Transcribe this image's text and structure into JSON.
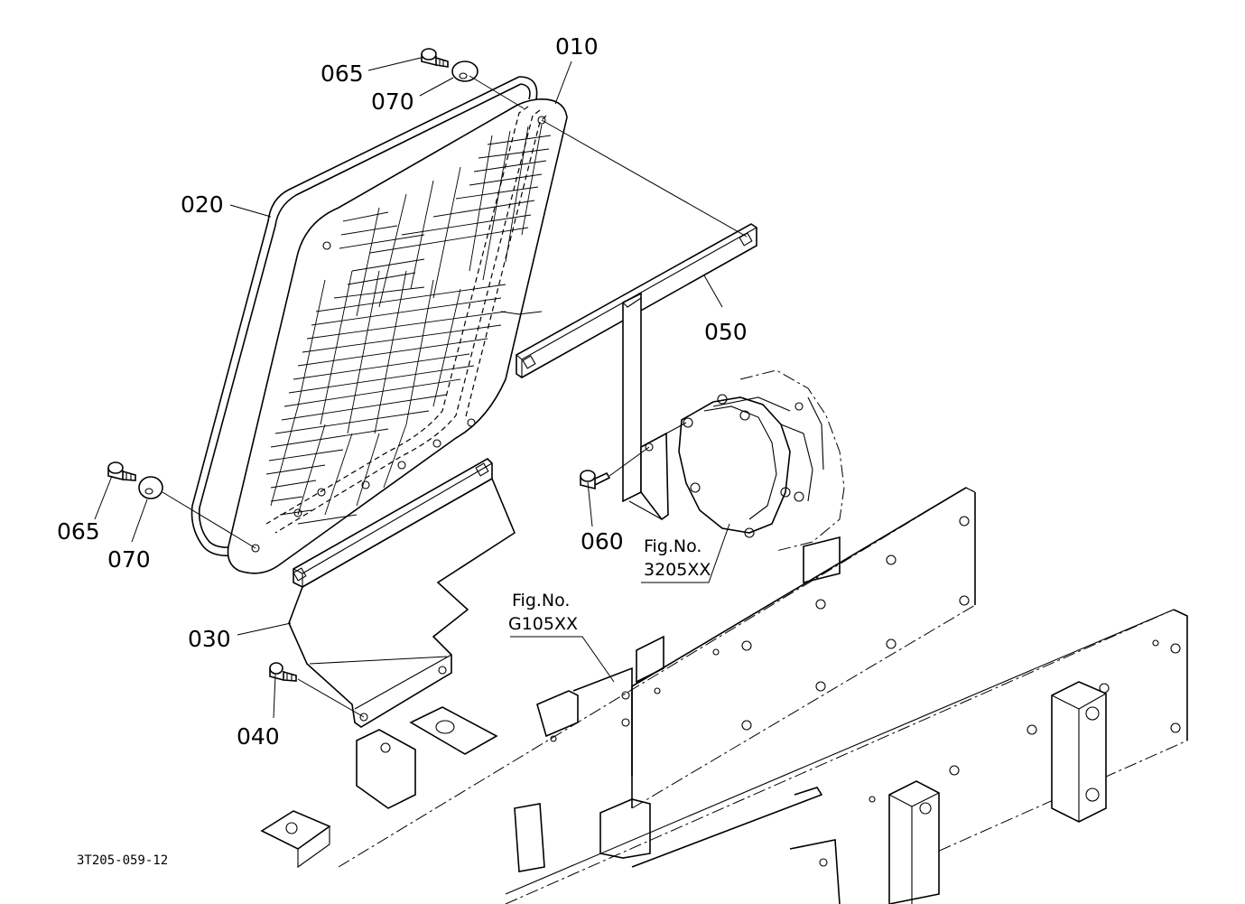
{
  "labels": {
    "p010": "010",
    "p020": "020",
    "p030": "030",
    "p040": "040",
    "p050": "050",
    "p060": "060",
    "p065_top": "065",
    "p070_top": "070",
    "p065_left": "065",
    "p070_left": "070"
  },
  "references": {
    "fig1_title": "Fig.No.",
    "fig1_number": "3205XX",
    "fig2_title": "Fig.No.",
    "fig2_number": "G105XX"
  },
  "drawing_id": "3T205-059-12"
}
